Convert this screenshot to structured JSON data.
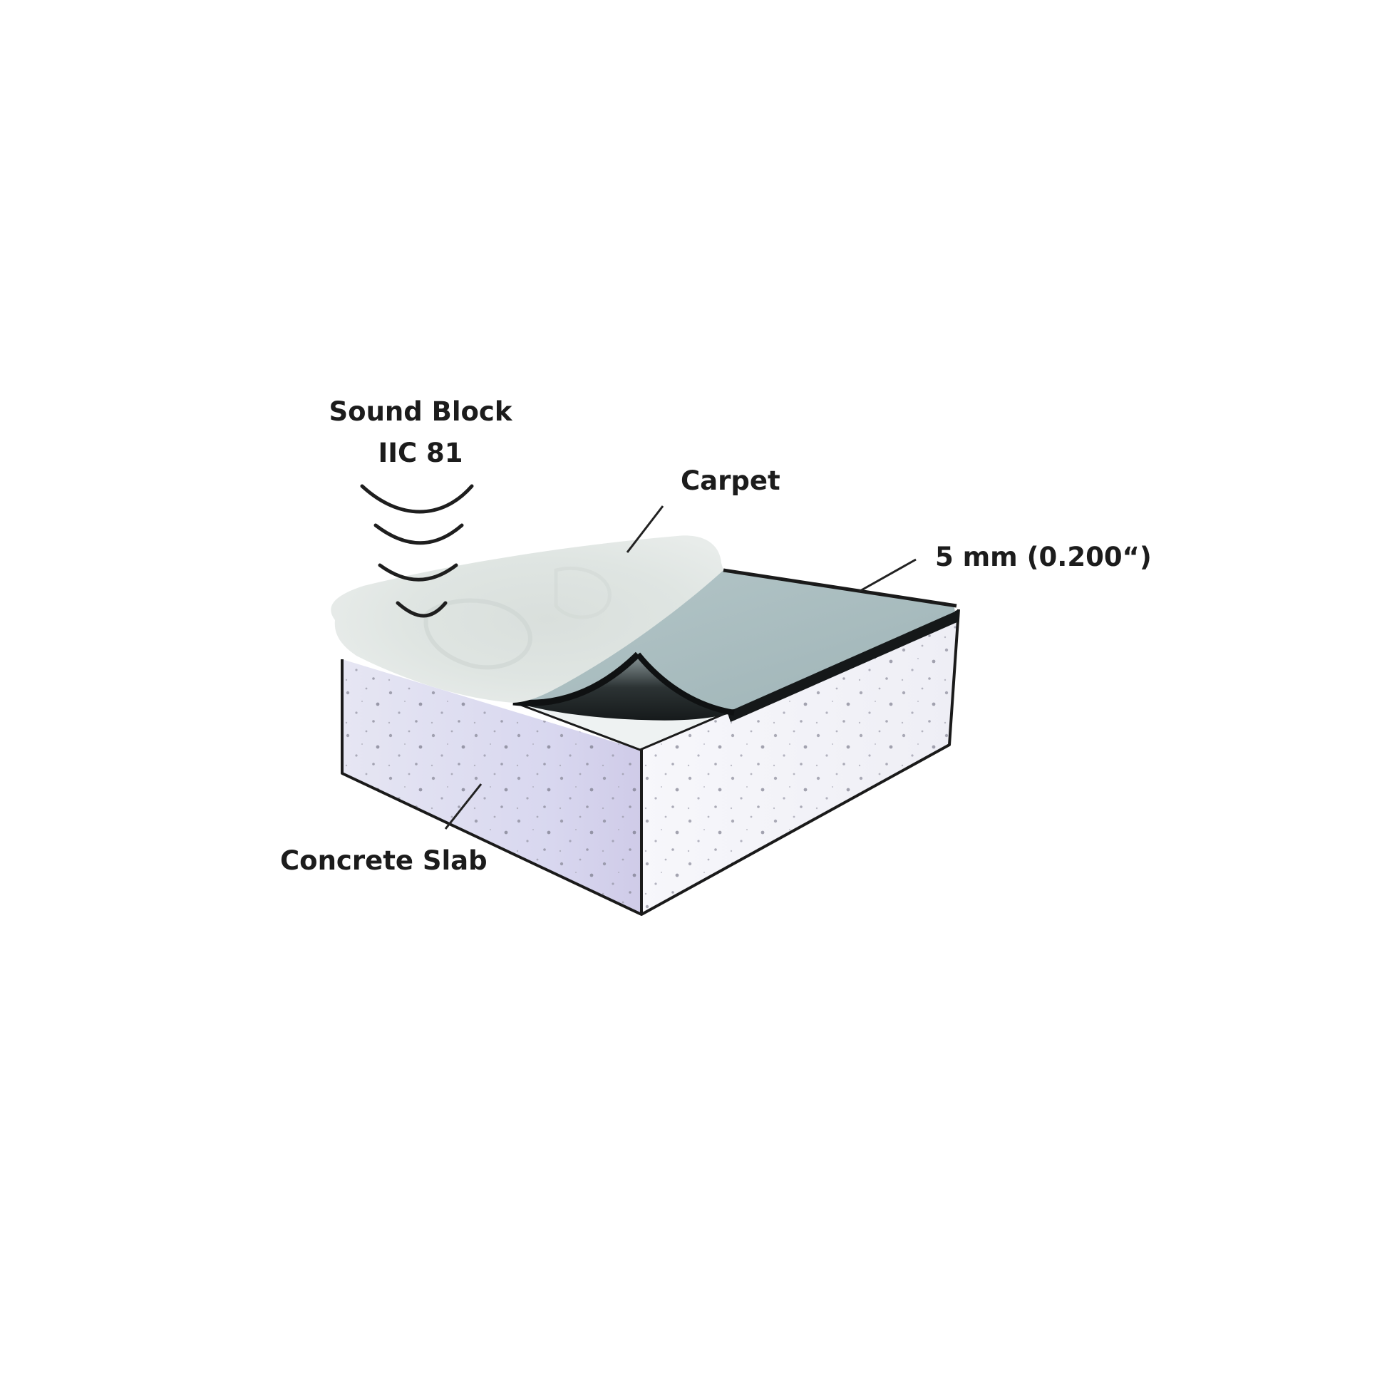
{
  "diagram": {
    "title_line1": "Sound Block",
    "title_line2": "IIC 81",
    "labels": {
      "carpet": "Carpet",
      "thickness": "5 mm (0.200“)",
      "concrete": "Concrete Slab"
    },
    "icons": {
      "sound_waves": "sound-waves-icon"
    },
    "layers": [
      {
        "name": "Carpet",
        "color": "#dfe5e2"
      },
      {
        "name": "Sound Block underlay",
        "color": "#a9bcbf",
        "edge_color": "#1a1a1a"
      },
      {
        "name": "Concrete Slab",
        "left_face_color": "#dcdcf0",
        "right_face_color": "#f3f3f8"
      }
    ],
    "background": "#ffffff"
  }
}
